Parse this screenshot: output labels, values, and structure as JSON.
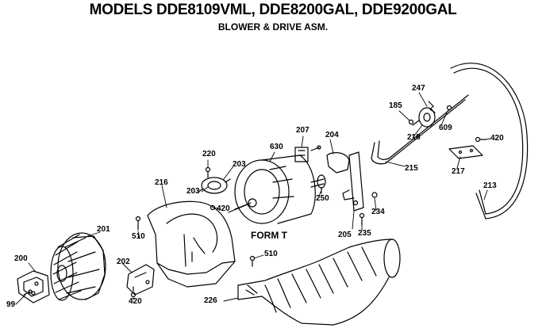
{
  "header": {
    "title": "MODELS DDE8109VML, DDE8200GAL, DDE9200GAL",
    "subtitle": "BLOWER & DRIVE ASM."
  },
  "annotation": "FORM T",
  "parts": {
    "p200": "200",
    "p99": "99",
    "p201": "201",
    "p510a": "510",
    "p202": "202",
    "p420a": "420",
    "p216": "216",
    "p203a": "203",
    "p203b": "203",
    "p220": "220",
    "p420b": "420",
    "p630": "630",
    "p207": "207",
    "p204": "204",
    "p250": "250",
    "p234": "234",
    "p205": "205",
    "p235": "235",
    "p510b": "510",
    "p226": "226",
    "p215": "215",
    "p185": "185",
    "p247": "247",
    "p609": "609",
    "p218": "218",
    "p420c": "420",
    "p217": "217",
    "p213": "213"
  },
  "colors": {
    "line": "#000000",
    "background": "#ffffff"
  }
}
